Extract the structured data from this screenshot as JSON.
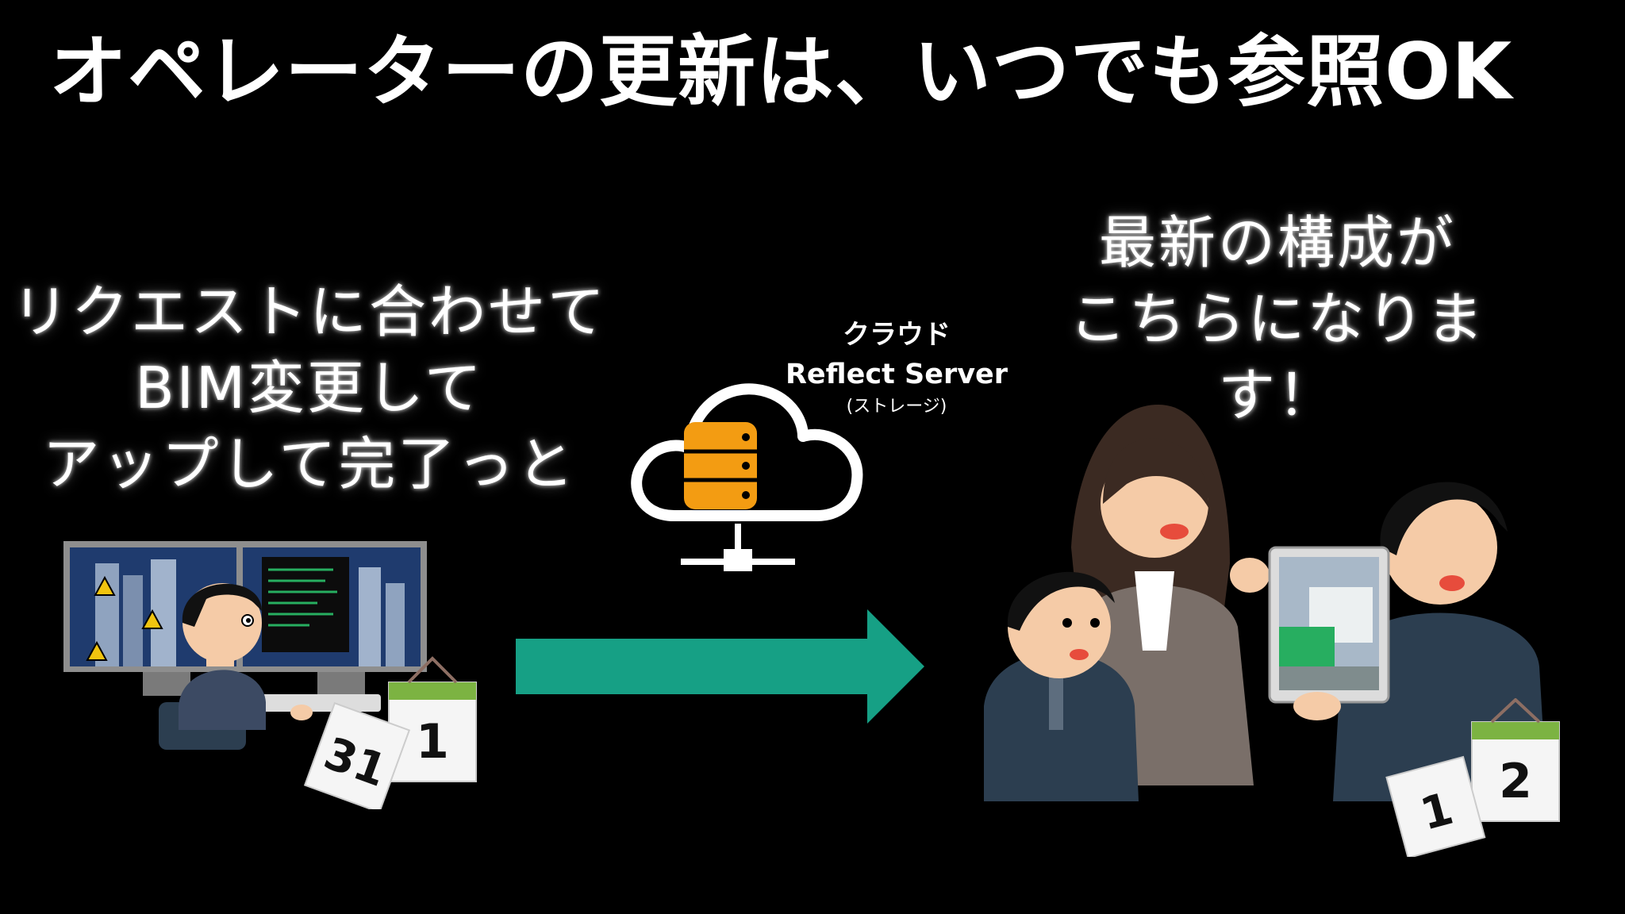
{
  "slide": {
    "title": "オペレーターの更新は、いつでも参照OK",
    "left_caption": [
      "リクエストに合わせて",
      "BIM変更して",
      "アップして完了っと"
    ],
    "right_caption": [
      "最新の構成が",
      "こちらになります！"
    ],
    "cloud": {
      "label_line1": "クラウド",
      "label_line2": "Reflect Server",
      "label_line3": "(ストレージ)",
      "icon": "cloud-database-icon"
    },
    "left_calendar": {
      "back_day": "1",
      "front_day": "31"
    },
    "right_calendar": {
      "back_day": "2",
      "front_day": "1"
    },
    "colors": {
      "background": "#000000",
      "arrow": "#16a085",
      "database": "#f39c12",
      "text": "#ffffff"
    }
  }
}
